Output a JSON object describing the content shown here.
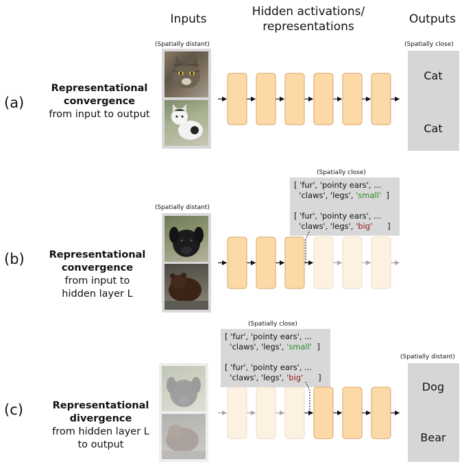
{
  "headers": {
    "inputs": "Inputs",
    "hidden_line1": "Hidden activations/",
    "hidden_line2": "representations",
    "outputs": "Outputs"
  },
  "rows": [
    {
      "label": "(a)",
      "title_line1": "Representational",
      "title_line2": "convergence",
      "sub_line1": "from input to output",
      "sub_line2": "",
      "input_note": "(Spatially distant)",
      "output_note": "(Spatially close)",
      "outputs": [
        "Cat",
        "Cat"
      ],
      "photos": [
        "tabby-cat-photo",
        "white-cat-photo"
      ]
    },
    {
      "label": "(b)",
      "title_line1": "Representational",
      "title_line2": "convergence",
      "sub_line1": "from input to",
      "sub_line2": "hidden layer L",
      "input_note": "(Spatially distant)",
      "hidden_note": "(Spatially close)",
      "photos": [
        "dog-photo",
        "bear-photo"
      ]
    },
    {
      "label": "(c)",
      "title_line1": "Representational",
      "title_line2": "divergence",
      "sub_line1": "from hidden layer L",
      "sub_line2": "to output",
      "hidden_note": "(Spatially close)",
      "output_note": "(Spatially distant)",
      "outputs": [
        "Dog",
        "Bear"
      ],
      "photos": [
        "faded-dog-photo",
        "faded-bear-photo"
      ]
    }
  ],
  "feature_lists": {
    "line1": "[ 'fur', 'pointy ears', ...",
    "line2": "  'claws', 'legs', ",
    "small_word": "'small'",
    "big_word": "'big'",
    "close_bracket": "]"
  },
  "colors": {
    "active_layer": "#fdd9a8",
    "active_border": "#d5a56a",
    "faded_layer": "#fdf1e1",
    "faded_border": "#ecdcc6",
    "gray_box": "#d6d6d6",
    "small_text": "#2a8a2a",
    "big_text": "#8b1a1a"
  }
}
